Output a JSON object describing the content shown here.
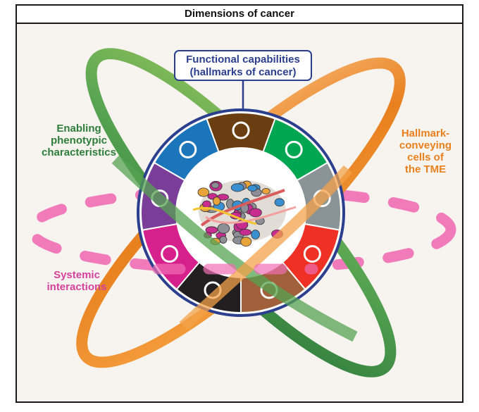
{
  "title": "Dimensions of cancer",
  "labels": {
    "functional_line1": "Functional capabilities",
    "functional_line2": "(hallmarks of cancer)",
    "enabling_line1": "Enabling",
    "enabling_line2": "phenotypic",
    "enabling_line3": "characteristics",
    "hallmark_line1": "Hallmark-",
    "hallmark_line2": "conveying",
    "hallmark_line3": "cells of",
    "hallmark_line4": "the TME",
    "systemic_line1": "Systemic",
    "systemic_line2": "interactions"
  },
  "colors": {
    "title_border": "#1a1a1a",
    "functional": "#2c3f8e",
    "enabling": "#2e7d3a",
    "hallmark_tme": "#e8801e",
    "systemic": "#d6409c",
    "wheel_ring": "#2c3f8e",
    "segments": [
      "#00a651",
      "#8a9396",
      "#ee3124",
      "#a0603a",
      "#231f20",
      "#d6218d",
      "#7a3e98",
      "#1b75bb",
      "#6b3e12"
    ]
  },
  "icons": [
    "arrow-icon",
    "cross-icon",
    "dna-icon",
    "vessel-icon",
    "lock-icon",
    "cell-icon",
    "flower-icon",
    "receptor-icon",
    "no-entry-icon"
  ]
}
